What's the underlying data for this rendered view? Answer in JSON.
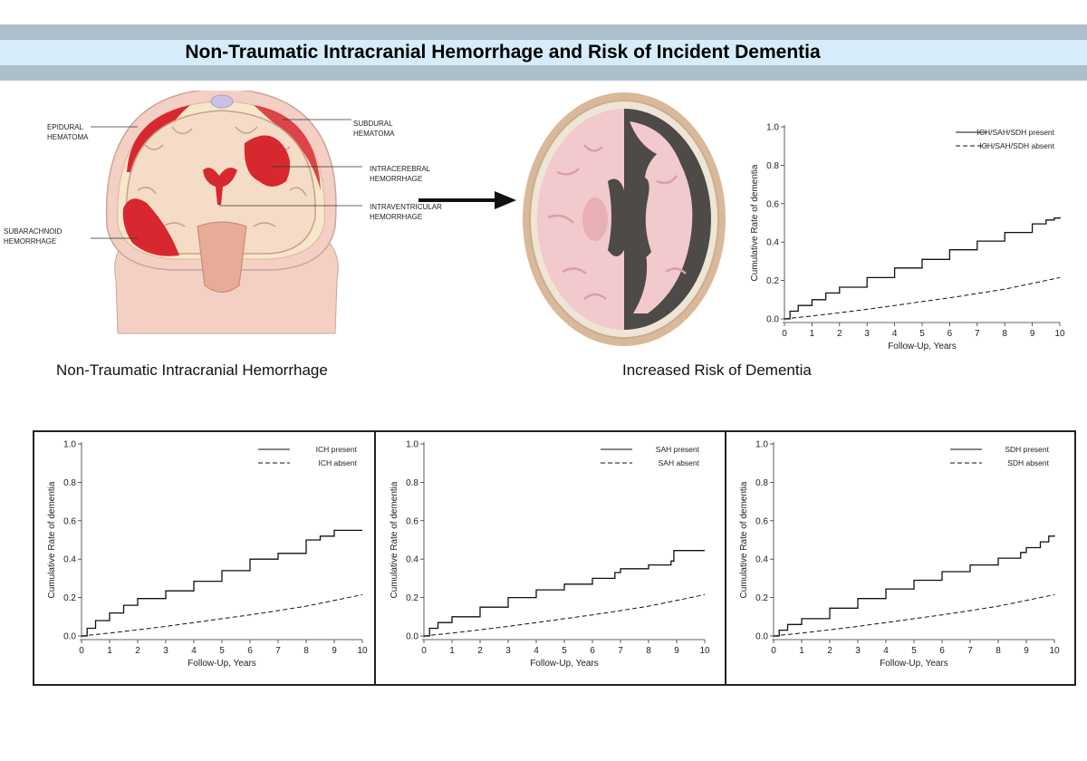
{
  "title": "Non-Traumatic Intracranial Hemorrhage and Risk of Incident Dementia",
  "illustration": {
    "labels": {
      "epidural": "EPIDURAL\nHEMATOMA",
      "subdural": "SUBDURAL\nHEMATOMA",
      "intracerebral": "INTRACEREBRAL\nHEMORRHAGE",
      "intraventricular": "INTRAVENTRICULAR\nHEMORRHAGE",
      "subarachnoid": "SUBARACHNOID\nHEMORRHAGE"
    },
    "caption_left": "Non-Traumatic Intracranial Hemorrhage",
    "caption_right": "Increased Risk of Dementia"
  },
  "colors": {
    "blood": "#d7282f",
    "skin": "#f3cfc4",
    "brain": "#f5dcc6",
    "line": "#111111"
  },
  "chart_data": [
    {
      "type": "line",
      "xlabel": "Follow-Up, Years",
      "ylabel": "Cumulative Rate of dementia",
      "xlim": [
        0,
        10
      ],
      "ylim": [
        0,
        1
      ],
      "xticks": [
        0,
        1,
        2,
        3,
        4,
        5,
        6,
        7,
        8,
        9,
        10
      ],
      "yticks": [
        "0.0",
        "0.2",
        "0.4",
        "0.6",
        "0.8",
        "1.0"
      ],
      "legend": "top-right",
      "series": [
        {
          "name": "ICH/SAH/SDH present",
          "style": "solid",
          "x": [
            0,
            0.2,
            0.5,
            1,
            1.5,
            2,
            3,
            4,
            5,
            6,
            7,
            8,
            9,
            9.5,
            9.8,
            10
          ],
          "y": [
            0,
            0.04,
            0.07,
            0.1,
            0.135,
            0.165,
            0.215,
            0.265,
            0.31,
            0.36,
            0.405,
            0.45,
            0.495,
            0.515,
            0.525,
            0.53
          ]
        },
        {
          "name": "ICH/SAH/SDH absent",
          "style": "dashed",
          "x": [
            0,
            1,
            2,
            3,
            4,
            5,
            6,
            7,
            8,
            9,
            10
          ],
          "y": [
            0,
            0.015,
            0.032,
            0.05,
            0.07,
            0.09,
            0.11,
            0.132,
            0.155,
            0.185,
            0.215
          ]
        }
      ]
    },
    {
      "type": "line",
      "xlabel": "Follow-Up, Years",
      "ylabel": "Cumulative Rate of dementia",
      "xlim": [
        0,
        10
      ],
      "ylim": [
        0,
        1
      ],
      "xticks": [
        0,
        1,
        2,
        3,
        4,
        5,
        6,
        7,
        8,
        9,
        10
      ],
      "yticks": [
        "0.0",
        "0.2",
        "0.4",
        "0.6",
        "0.8",
        "1.0"
      ],
      "legend": "top-right",
      "series": [
        {
          "name": "ICH present",
          "style": "solid",
          "x": [
            0,
            0.2,
            0.5,
            1,
            1.5,
            2,
            3,
            4,
            5,
            6,
            7,
            8,
            8.5,
            9,
            10
          ],
          "y": [
            0,
            0.04,
            0.08,
            0.12,
            0.16,
            0.195,
            0.235,
            0.285,
            0.34,
            0.4,
            0.43,
            0.5,
            0.52,
            0.55,
            0.55
          ]
        },
        {
          "name": "ICH absent",
          "style": "dashed",
          "x": [
            0,
            1,
            2,
            3,
            4,
            5,
            6,
            7,
            8,
            9,
            10
          ],
          "y": [
            0,
            0.015,
            0.032,
            0.05,
            0.07,
            0.09,
            0.11,
            0.132,
            0.155,
            0.185,
            0.215
          ]
        }
      ]
    },
    {
      "type": "line",
      "xlabel": "Follow-Up, Years",
      "ylabel": "Cumulative Rate of dementia",
      "xlim": [
        0,
        10
      ],
      "ylim": [
        0,
        1
      ],
      "xticks": [
        0,
        1,
        2,
        3,
        4,
        5,
        6,
        7,
        8,
        9,
        10
      ],
      "yticks": [
        "0.0",
        "0.2",
        "0.4",
        "0.6",
        "0.8",
        "1.0"
      ],
      "legend": "top-right",
      "series": [
        {
          "name": "SAH present",
          "style": "solid",
          "x": [
            0,
            0.2,
            0.5,
            1,
            2,
            3,
            4,
            5,
            6,
            6.8,
            7,
            8,
            8.8,
            8.9,
            10
          ],
          "y": [
            0,
            0.04,
            0.07,
            0.1,
            0.15,
            0.2,
            0.24,
            0.27,
            0.3,
            0.33,
            0.35,
            0.37,
            0.39,
            0.445,
            0.445
          ]
        },
        {
          "name": "SAH absent",
          "style": "dashed",
          "x": [
            0,
            1,
            2,
            3,
            4,
            5,
            6,
            7,
            8,
            9,
            10
          ],
          "y": [
            0,
            0.015,
            0.032,
            0.05,
            0.07,
            0.09,
            0.11,
            0.132,
            0.155,
            0.185,
            0.215
          ]
        }
      ]
    },
    {
      "type": "line",
      "xlabel": "Follow-Up, Years",
      "ylabel": "Cumulative Rate of dementia",
      "xlim": [
        0,
        10
      ],
      "ylim": [
        0,
        1
      ],
      "xticks": [
        0,
        1,
        2,
        3,
        4,
        5,
        6,
        7,
        8,
        9,
        10
      ],
      "yticks": [
        "0.0",
        "0.2",
        "0.4",
        "0.6",
        "0.8",
        "1.0"
      ],
      "legend": "top-right",
      "series": [
        {
          "name": "SDH present",
          "style": "solid",
          "x": [
            0,
            0.2,
            0.5,
            1,
            2,
            3,
            4,
            5,
            6,
            7,
            8,
            8.8,
            9,
            9.5,
            9.8,
            10
          ],
          "y": [
            0,
            0.03,
            0.06,
            0.09,
            0.145,
            0.195,
            0.245,
            0.29,
            0.335,
            0.37,
            0.405,
            0.435,
            0.46,
            0.49,
            0.52,
            0.525
          ]
        },
        {
          "name": "SDH absent",
          "style": "dashed",
          "x": [
            0,
            1,
            2,
            3,
            4,
            5,
            6,
            7,
            8,
            9,
            10
          ],
          "y": [
            0,
            0.015,
            0.032,
            0.05,
            0.07,
            0.09,
            0.11,
            0.132,
            0.155,
            0.185,
            0.215
          ]
        }
      ]
    }
  ]
}
